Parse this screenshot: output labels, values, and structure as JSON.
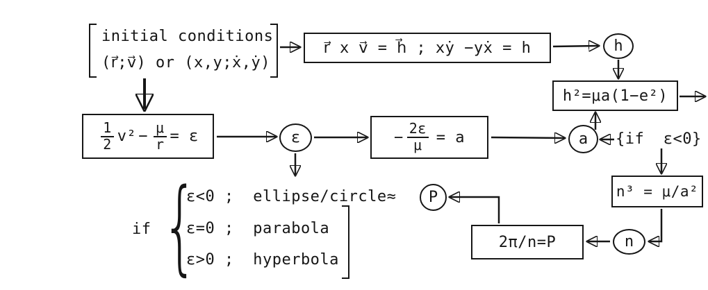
{
  "diagram": {
    "initial": {
      "line1": "initial conditions",
      "line2": "(r⃗;v⃗) or (x,y;ẋ,ẏ)"
    },
    "momentum": {
      "text": "r⃗ x v⃗ = h⃗ ; xẏ −yẋ = h"
    },
    "h_node": {
      "label": "h"
    },
    "h2_box": {
      "text": "h²=μa(1−e²)"
    },
    "energy": {
      "num1": "1",
      "den1": "2",
      "term": "v²",
      "minus": "−",
      "num2": "μ",
      "den2": "r",
      "eq": "= ε"
    },
    "eps_node": {
      "label": "ε"
    },
    "a_box": {
      "minus": "−",
      "num": "2ε",
      "den": "μ",
      "eq": "= a"
    },
    "a_node": {
      "label": "a"
    },
    "if_eps_neg": {
      "text": "{if  ε<0}"
    },
    "n3_box": {
      "text": "n³ = μ/a²"
    },
    "n_node": {
      "label": "n"
    },
    "period_box": {
      "text": "2π/n=P"
    },
    "p_node": {
      "label": "P"
    },
    "cases": {
      "if_label": "if",
      "brace": "{",
      "case1": "ε<0 ;  ellipse/circle≈",
      "case2": "ε=0 ;  parabola",
      "case3": "ε>0 ;  hyperbola"
    }
  }
}
